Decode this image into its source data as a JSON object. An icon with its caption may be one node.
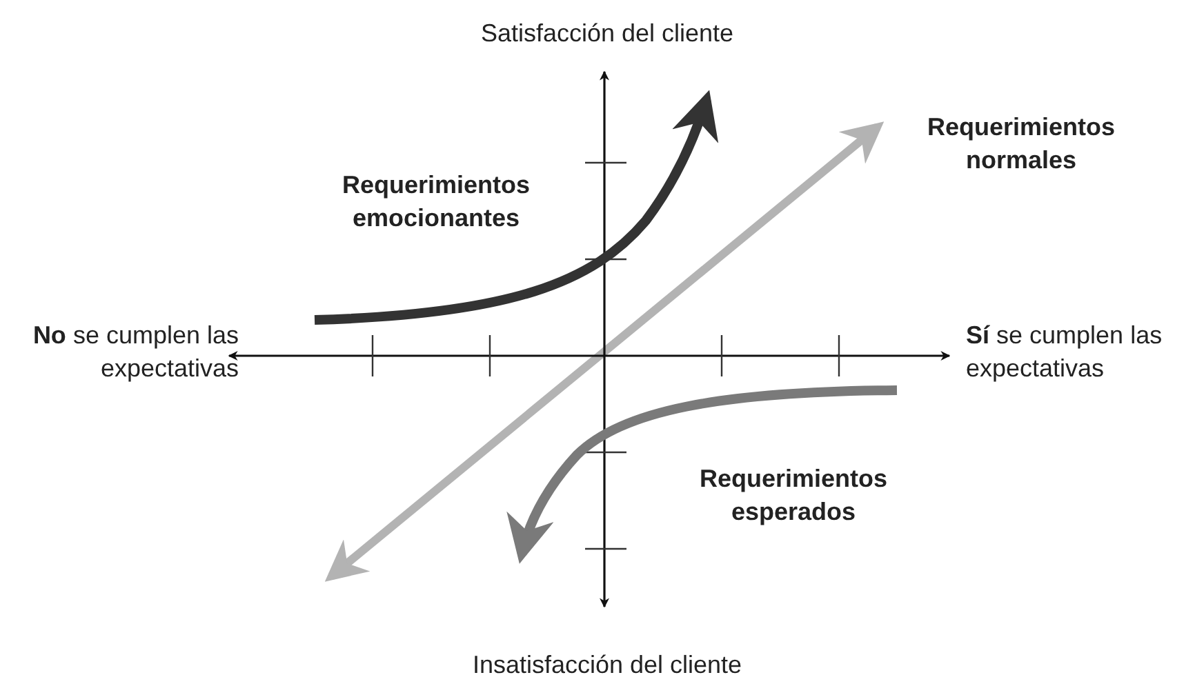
{
  "diagram": {
    "labels": [
      "Satisfacción del cliente",
      "Requerimientos normales",
      "Requerimientos emocionantes",
      "**No** se cumplen las expectativas",
      "**Sí** se cumplen las expectativas",
      "Requerimientos esperados",
      "Insatisfacción del cliente"
    ]
  }
}
